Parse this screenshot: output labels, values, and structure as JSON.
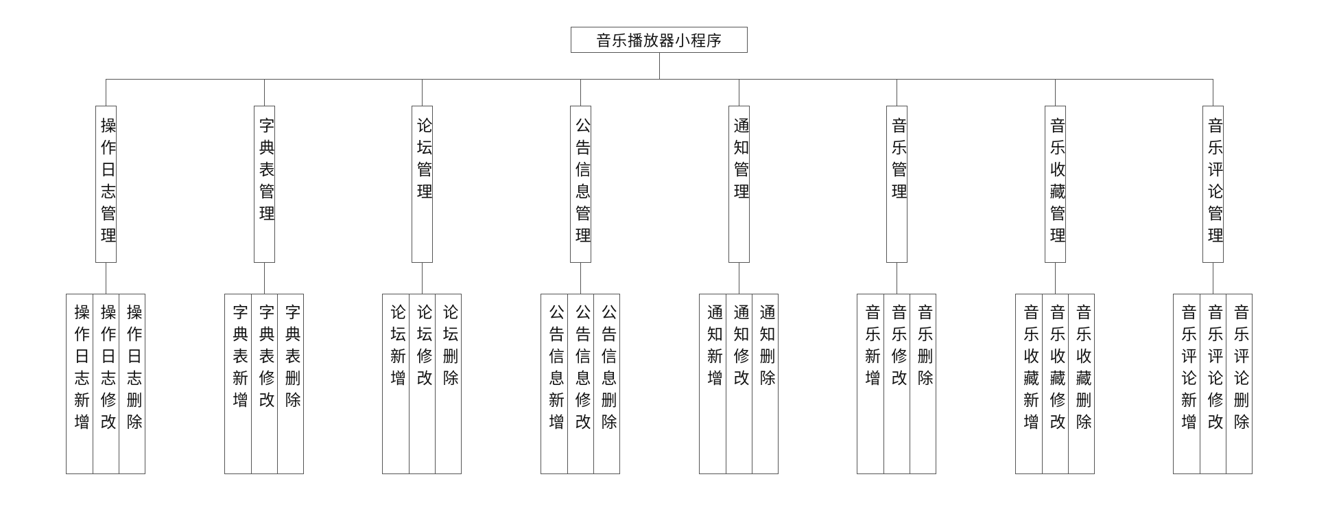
{
  "diagram": {
    "type": "tree",
    "root": "音乐播放器小程序",
    "categories": [
      {
        "label": "操作日志管理",
        "children": [
          "操作日志新增",
          "操作日志修改",
          "操作日志删除"
        ]
      },
      {
        "label": "字典表管理",
        "children": [
          "字典表新增",
          "字典表修改",
          "字典表删除"
        ]
      },
      {
        "label": "论坛管理",
        "children": [
          "论坛新增",
          "论坛修改",
          "论坛删除"
        ]
      },
      {
        "label": "公告信息管理",
        "children": [
          "公告信息新增",
          "公告信息修改",
          "公告信息删除"
        ]
      },
      {
        "label": "通知管理",
        "children": [
          "通知新增",
          "通知修改",
          "通知删除"
        ]
      },
      {
        "label": "音乐管理",
        "children": [
          "音乐新增",
          "音乐修改",
          "音乐删除"
        ]
      },
      {
        "label": "音乐收藏管理",
        "children": [
          "音乐收藏新增",
          "音乐收藏修改",
          "音乐收藏删除"
        ]
      },
      {
        "label": "音乐评论管理",
        "children": [
          "音乐评论新增",
          "音乐评论修改",
          "音乐评论删除"
        ]
      }
    ]
  }
}
